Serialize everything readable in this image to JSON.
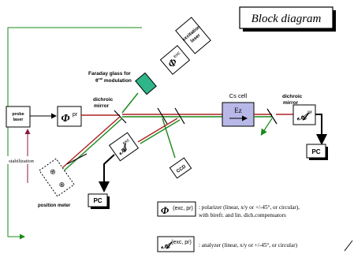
{
  "title": "Block diagram",
  "labels": {
    "excitation_laser": [
      "excitation",
      "laser"
    ],
    "faraday": [
      "Faraday glass for",
      "θ",
      "cal",
      " modulation"
    ],
    "probe_laser": [
      "probe",
      "laser"
    ],
    "dichroic_left": [
      "dichroic",
      "mirror"
    ],
    "dichroic_right": [
      "dichroic",
      "mirror"
    ],
    "cs_cell": "Cs cell",
    "ez": "Ez",
    "stabilization": "stabilization",
    "position_meter": "position meter",
    "pc_right": "PC",
    "pc_left": "PC",
    "ccd": "CCD",
    "phi_pr": "pr",
    "phi_exc": "exc",
    "a_pr": "pr",
    "a_exc": "exc"
  },
  "legend": {
    "polarizer_symbol_sup": "(exc, pr)",
    "polarizer_text": [
      ": polarizer (linear, x/y or +/-45°, or circular),",
      "with birefr. and lin. dich.compensators"
    ],
    "analyzer_symbol_sup": "(exc, pr)",
    "analyzer_text": ": analyzer (linear, x/y or +/-45°, or circular)"
  },
  "colors": {
    "beam_green": "#1a8a1a",
    "beam_red": "#b22222",
    "stab_line": "#8b1a3a",
    "faraday_fill": "#2fb58a",
    "cs_cell_fill": "#b8b8e8"
  }
}
